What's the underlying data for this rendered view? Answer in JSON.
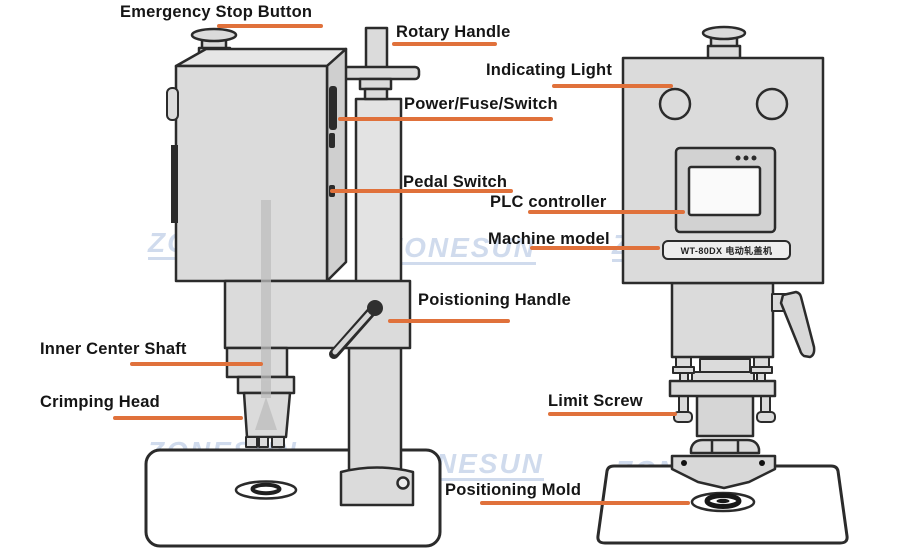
{
  "watermark": {
    "text": "ZONESUN"
  },
  "colors": {
    "accent": "#E0713B",
    "watermark": "#CBD8EC",
    "outline": "#2B2B2B",
    "machine_fill": "#DBDBDB"
  },
  "labels": [
    {
      "id": "emergency-stop-button",
      "text": "Emergency Stop Button"
    },
    {
      "id": "rotary-handle",
      "text": "Rotary Handle"
    },
    {
      "id": "indicating-light",
      "text": "Indicating Light"
    },
    {
      "id": "power-fuse-switch",
      "text": "Power/Fuse/Switch"
    },
    {
      "id": "pedal-switch",
      "text": "Pedal Switch"
    },
    {
      "id": "plc-controller",
      "text": "PLC controller"
    },
    {
      "id": "machine-model",
      "text": "Machine model"
    },
    {
      "id": "poistioning-handle",
      "text": "Poistioning Handle"
    },
    {
      "id": "inner-center-shaft",
      "text": "Inner Center Shaft"
    },
    {
      "id": "crimping-head",
      "text": "Crimping Head"
    },
    {
      "id": "limit-screw",
      "text": "Limit Screw"
    },
    {
      "id": "positioning-mold",
      "text": "Positioning Mold"
    }
  ],
  "machine": {
    "model_plate": "WT-80DX 电动轧盖机"
  }
}
